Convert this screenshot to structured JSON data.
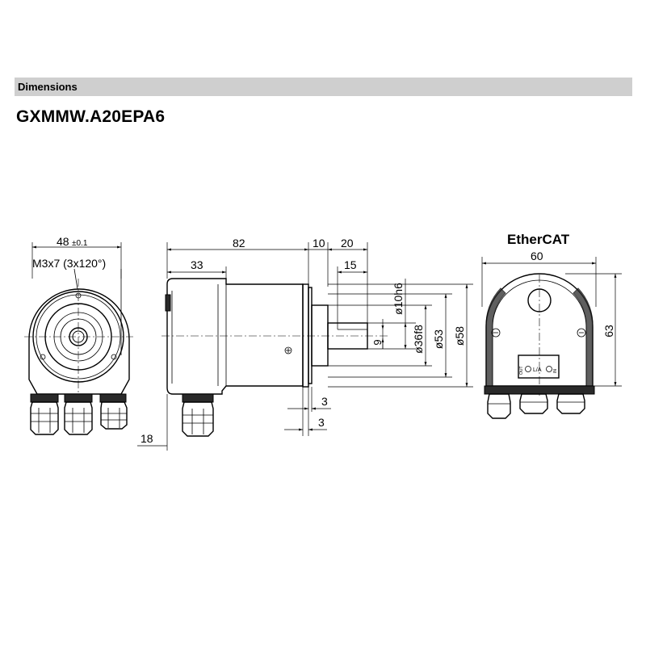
{
  "header": {
    "title": "Dimensions"
  },
  "product": {
    "code": "GXMMW.A20EPA6"
  },
  "front_view": {
    "dim_width": "48",
    "dim_width_tol": "±0.1",
    "thread_label": "M3x7 (3x120°)",
    "dim_cable": "18"
  },
  "side_view": {
    "dim_length": "82",
    "dim_housing": "33",
    "dim_flange": "10",
    "dim_shaft": "20",
    "dim_shaft_flat": "15",
    "dim_flat_height": "9",
    "dim_shaft_dia": "ø10h6",
    "dim_spigot_dia": "ø36f8",
    "dim_body_dia": "ø53",
    "dim_flange_dia": "ø58",
    "dim_gap_a": "3",
    "dim_gap_b": "3"
  },
  "rear_view": {
    "protocol": "EtherCAT",
    "dim_width": "60",
    "dim_height": "63",
    "led_label": "L/A",
    "port_in": "IN",
    "port_out": "OUT"
  }
}
